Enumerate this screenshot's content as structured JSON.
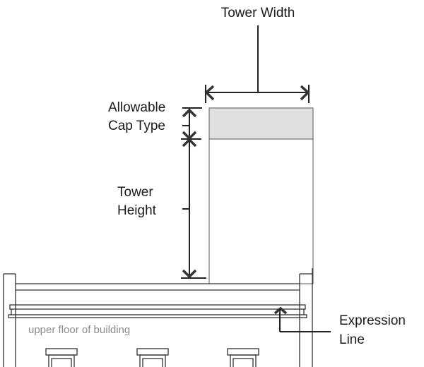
{
  "labels": {
    "tower_width": "Tower Width",
    "allowable": "Allowable",
    "cap_type": "Cap Type",
    "tower": "Tower",
    "height": "Height",
    "expression": "Expression",
    "line": "Line",
    "upper_floor": "upper floor of building"
  },
  "colors": {
    "cap_fill": "#e0e0e0",
    "line": "#333333"
  }
}
